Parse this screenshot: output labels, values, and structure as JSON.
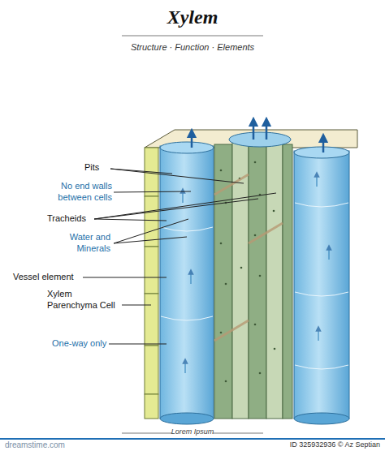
{
  "diagram": {
    "title": "Xylem",
    "labels": [
      "Structure · Function · Elements",
      "Pits",
      "No end walls between cells",
      "Tracheids",
      "Water and Minerals",
      "Vessel element",
      "Xylem Parenchyma Cell",
      "One-way only",
      "Lorem Ipsum",
      "dreamstime.com",
      "ID 325932936 © Az Septian"
    ]
  }
}
